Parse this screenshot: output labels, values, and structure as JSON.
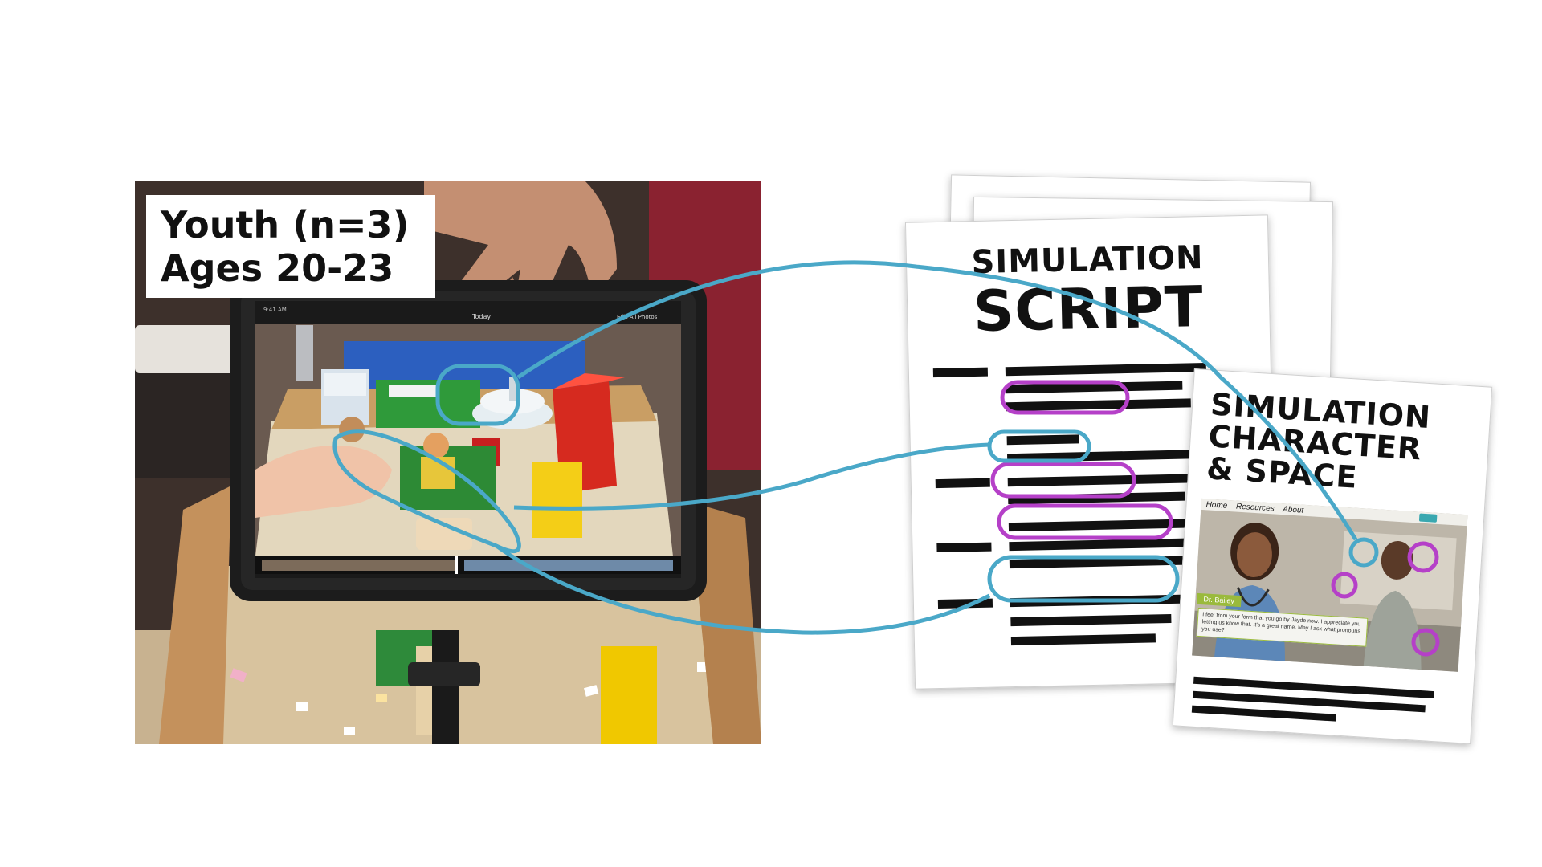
{
  "photo": {
    "label_line_1": "Youth (n=3)",
    "label_line_2": "Ages 20-23"
  },
  "script_sheet": {
    "title_line_1": "SIMULATION",
    "title_line_2": "SCRIPT"
  },
  "character_sheet": {
    "title_line_1": "SIMULATION",
    "title_line_2": "CHARACTER",
    "title_line_3": "& SPACE"
  },
  "game_screenshot": {
    "nav": [
      "Home",
      "Resources",
      "About"
    ],
    "speaker": "Dr. Bailey",
    "dialog": "I feel from your form that you go by Jayde now. I appreciate you letting us know that. It's a great name. May I ask what pronouns you use?"
  },
  "colors": {
    "connector_blue": "#4aa8c8",
    "highlight_purple": "#b540c8",
    "text_black": "#111111"
  }
}
